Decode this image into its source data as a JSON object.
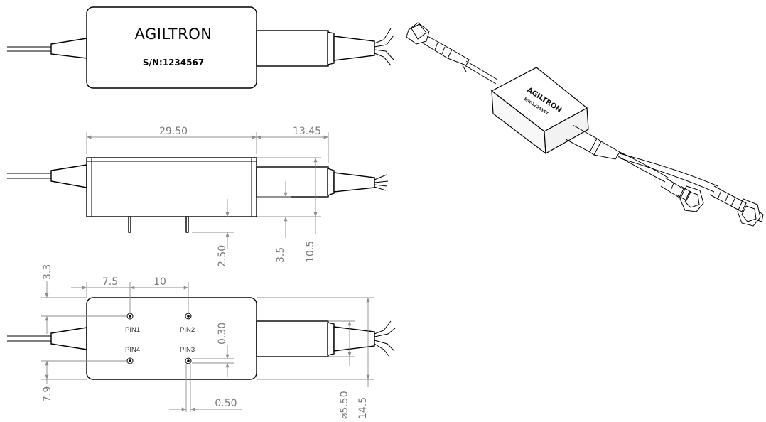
{
  "label": {
    "brand": "AGILTRON",
    "serial": "S/N:1234567"
  },
  "dimensions": {
    "body_length": "29.50",
    "sleeve_length": "13.45",
    "pin_length": "2.50",
    "sleeve_offset": "3.5",
    "body_height": "10.5",
    "pin_row_offset": "3.3",
    "pin_col_offset": "7.5",
    "pin_pitch": "10",
    "pin_row_pitch": "0.30",
    "bottom_offset": "7.9",
    "pin_diameter": "0.50",
    "sleeve_diameter": "⌀5.50",
    "body_width": "14.5"
  },
  "pins": {
    "pin1": "PIN1",
    "pin2": "PIN2",
    "pin3": "PIN3",
    "pin4": "PIN4"
  }
}
